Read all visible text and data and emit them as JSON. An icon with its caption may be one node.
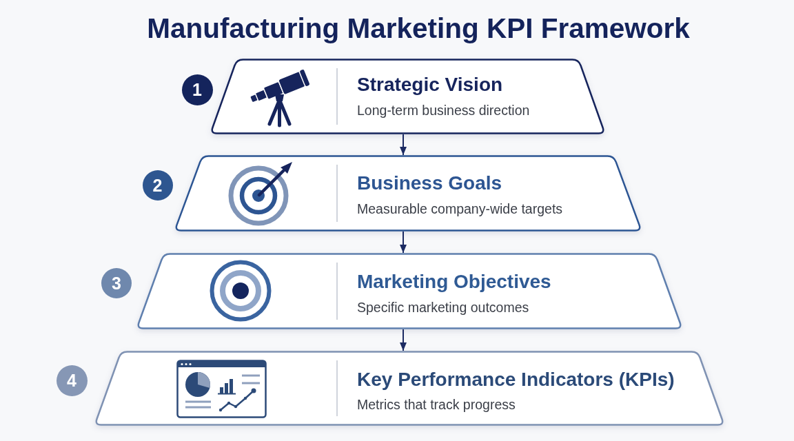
{
  "diagram": {
    "title": "Manufacturing Marketing KPI Framework",
    "nodes": [
      {
        "text": [
          "1"
        ]
      },
      {
        "text": [
          "Strategic Vision",
          "Long-term business direction"
        ]
      },
      {
        "text": [
          "2"
        ]
      },
      {
        "text": [
          "Business Goals",
          "Measurable company-wide targets"
        ]
      },
      {
        "text": [
          "3"
        ]
      },
      {
        "text": [
          "Marketing Objectives",
          "Specific marketing outcomes"
        ]
      },
      {
        "text": [
          "4"
        ]
      },
      {
        "text": [
          "Key Performance Indicators (KPIs)",
          "Metrics that track progress"
        ]
      }
    ],
    "edges": [
      {
        "from": 1,
        "to": 3,
        "arrow": "to"
      },
      {
        "from": 3,
        "to": 5,
        "arrow": "to"
      },
      {
        "from": 5,
        "to": 7,
        "arrow": "to"
      }
    ]
  }
}
